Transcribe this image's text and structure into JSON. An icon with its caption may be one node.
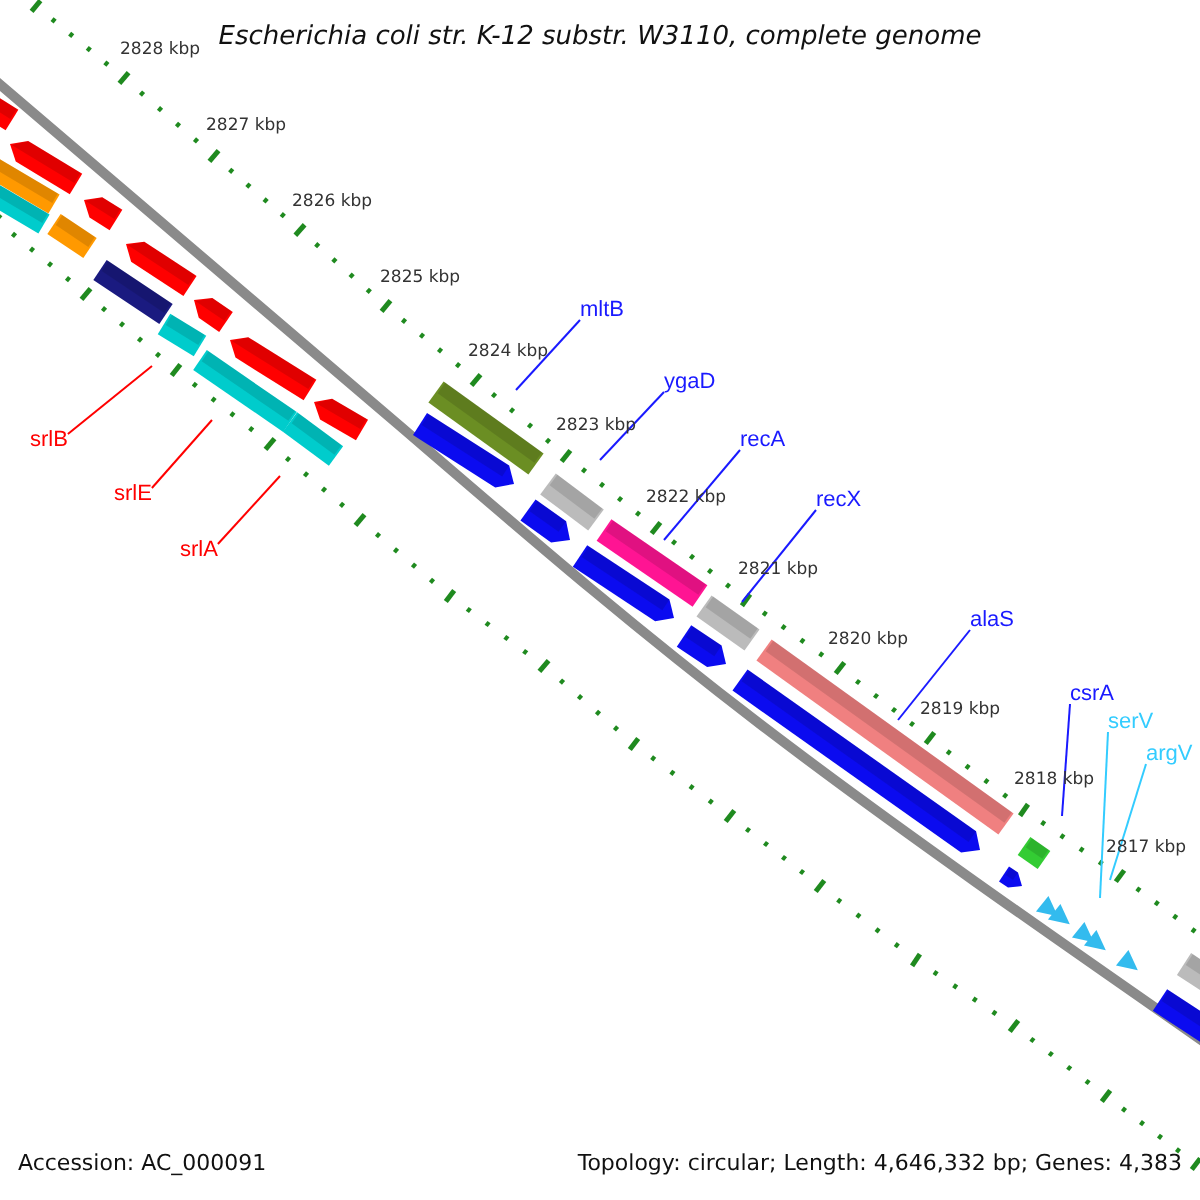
{
  "diagram": {
    "title": "Escherichia coli str. K-12 substr. W3110, complete genome",
    "nodes": [
      {
        "text": [
          "srlB"
        ]
      },
      {
        "text": [
          "srlE"
        ]
      },
      {
        "text": [
          "srlA"
        ]
      },
      {
        "text": [
          "mltB"
        ]
      },
      {
        "text": [
          "ygaD"
        ]
      },
      {
        "text": [
          "recA"
        ]
      },
      {
        "text": [
          "recX"
        ]
      },
      {
        "text": [
          "alaS"
        ]
      },
      {
        "text": [
          "csrA"
        ]
      },
      {
        "text": [
          "serV"
        ]
      },
      {
        "text": [
          "argV"
        ]
      }
    ],
    "edges": [
      {
        "from": 0,
        "to": null,
        "arrow": "none",
        "color": "#ff0000"
      },
      {
        "from": 1,
        "to": null,
        "arrow": "none",
        "color": "#ff0000"
      },
      {
        "from": 2,
        "to": null,
        "arrow": "none",
        "color": "#ff0000"
      },
      {
        "from": 3,
        "to": null,
        "arrow": "none"
      },
      {
        "from": 4,
        "to": null,
        "arrow": "none"
      },
      {
        "from": 5,
        "to": null,
        "arrow": "none"
      },
      {
        "from": 6,
        "to": null,
        "arrow": "none"
      },
      {
        "from": 7,
        "to": null,
        "arrow": "none"
      },
      {
        "from": 8,
        "to": null,
        "arrow": "none"
      },
      {
        "from": 9,
        "to": null,
        "arrow": "none",
        "color": "#33ccff"
      },
      {
        "from": 10,
        "to": null,
        "arrow": "none",
        "color": "#33ccff"
      }
    ],
    "labels": [
      "2828 kbp",
      "2827 kbp",
      "2826 kbp",
      "2825 kbp",
      "2824 kbp",
      "2823 kbp",
      "2822 kbp",
      "2821 kbp",
      "2820 kbp",
      "2819 kbp",
      "2818 kbp",
      "2817 kbp",
      "Accession: AC_000091",
      "Topology: circular; Length: 4,646,332 bp; Genes: 4,383"
    ]
  }
}
